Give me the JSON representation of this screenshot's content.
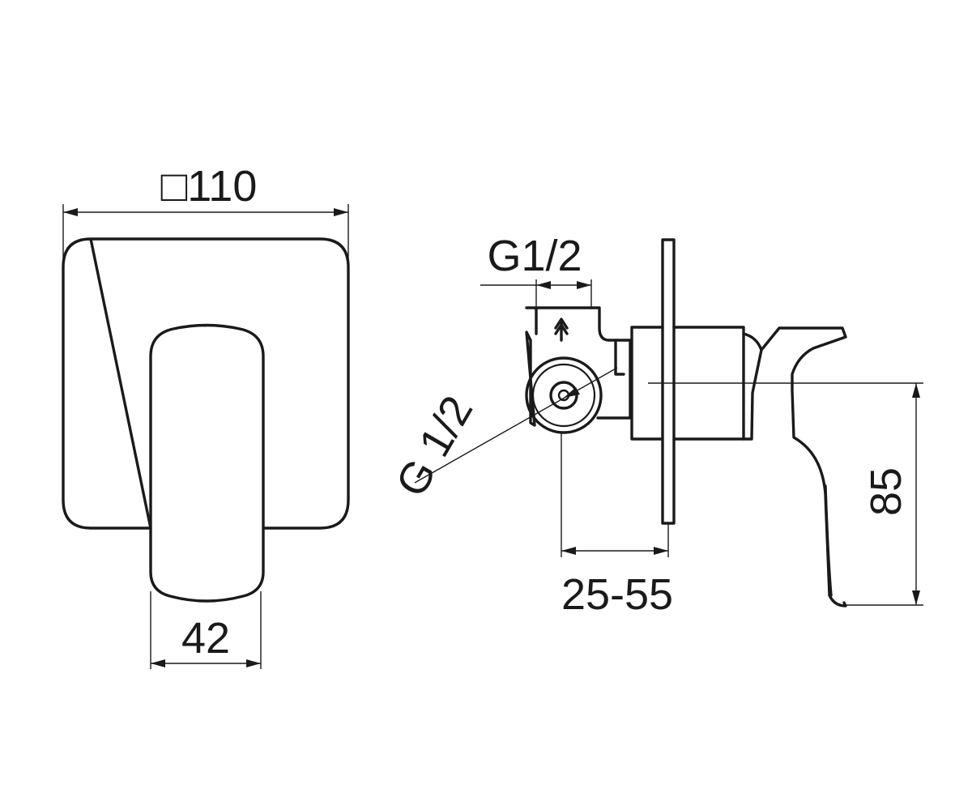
{
  "dimensions": {
    "plate_width": "□110",
    "handle_width": "42",
    "top_thread": "G1/2",
    "side_thread": "G 1/2",
    "wall_depth": "25-55",
    "height": "85"
  },
  "colors": {
    "line": "#1a1a1a",
    "background": "#ffffff"
  }
}
